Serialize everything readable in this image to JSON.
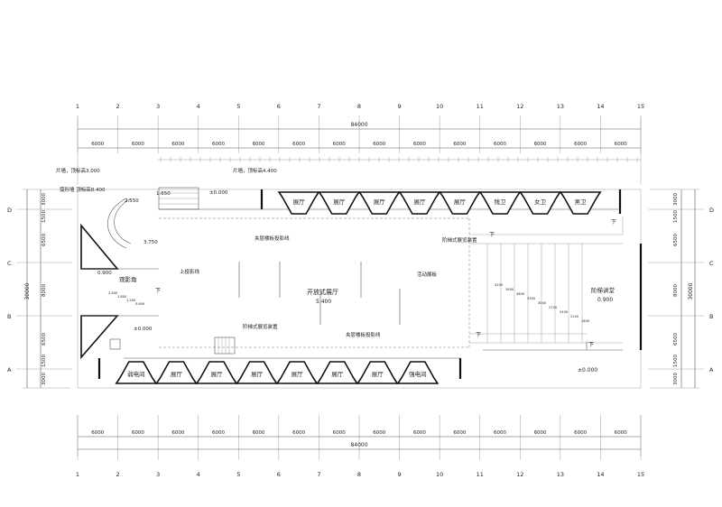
{
  "grid": {
    "columns": [
      "1",
      "2",
      "3",
      "4",
      "5",
      "6",
      "7",
      "8",
      "9",
      "10",
      "11",
      "12",
      "13",
      "14",
      "15"
    ],
    "rows": [
      "A",
      "B",
      "C",
      "D"
    ],
    "span_label": "6000",
    "total_length": "84000",
    "total_width": "30000",
    "row_spans": [
      "3000",
      "1500",
      "6500",
      "8000",
      "6500",
      "1500",
      "3000"
    ]
  },
  "rooms_top": [
    {
      "label": "展厅"
    },
    {
      "label": "展厅"
    },
    {
      "label": "展厅"
    },
    {
      "label": "展厅"
    },
    {
      "label": "展厅"
    },
    {
      "label": "残卫"
    },
    {
      "label": "女卫"
    },
    {
      "label": "男卫"
    }
  ],
  "rooms_bottom": [
    {
      "label": "弱电间"
    },
    {
      "label": "展厅"
    },
    {
      "label": "展厅"
    },
    {
      "label": "展厅"
    },
    {
      "label": "展厅"
    },
    {
      "label": "展厅"
    },
    {
      "label": "展厅"
    },
    {
      "label": "强电间"
    }
  ],
  "labels": {
    "wall_top": "片墙，顶标高3.000",
    "wall_top2": "片墙，顶标高4.400",
    "curved_wall": "弧形墙  顶标高8.400",
    "elev_1650": "1.650",
    "elev_2550": "2.550",
    "elev_3750": "3.750",
    "elev_0": "±0.000",
    "elev_0900_left": "0.900",
    "elev_0_left": "±0.000",
    "viewing_corner": "观影角",
    "projection_up": "上投影线",
    "mezzanine_top": "夹层楼板投影线",
    "mezzanine_bottom": "夹层楼板投影线",
    "open_hall": "开放式展厅",
    "open_hall_elev": "5.400",
    "movable_board": "活动展板",
    "stepped_device_top": "阶梯式展览装置",
    "stepped_device_bottom": "阶梯式展览装置",
    "stepped_hall": "阶梯讲堂",
    "stepped_hall_elev": "0.900",
    "elev_0_right": "±0.000",
    "down": "下",
    "stair_dims": [
      "4200",
      "3900",
      "3600",
      "3300",
      "3000",
      "2700",
      "2400",
      "2100",
      "1800"
    ],
    "small_dims": [
      "2.400",
      "1.800",
      "1.200",
      "0.600"
    ]
  }
}
